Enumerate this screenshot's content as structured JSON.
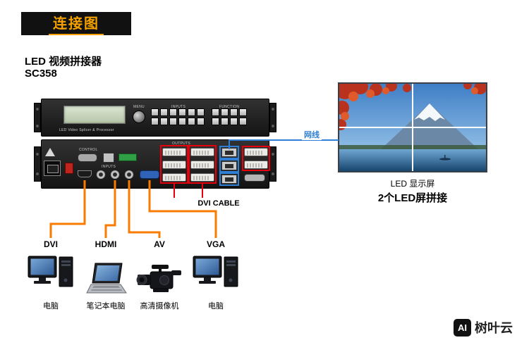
{
  "header": {
    "title": "连接图",
    "device_name": "LED 视频拼接器",
    "device_model": "SC358"
  },
  "front_panel": {
    "caption": "LED Video Splicer & Processor",
    "menu_label": "MENU",
    "inputs_label": "INPUTS",
    "function_label": "FUNCTION"
  },
  "rear_panel": {
    "control_label": "CONTROL",
    "inputs_label": "INPUTS",
    "outputs_label": "OUTPUTS"
  },
  "connections": {
    "network_cable_label": "网线",
    "dvi_cable_label": "DVI CABLE"
  },
  "led_wall": {
    "screen_label": "LED 显示屏",
    "caption": "2个LED屏拼接"
  },
  "inputs": [
    {
      "port": "DVI",
      "device": "电脑"
    },
    {
      "port": "HDMI",
      "device": "笔记本电脑"
    },
    {
      "port": "AV",
      "device": "高清摄像机"
    },
    {
      "port": "VGA",
      "device": "电脑"
    }
  ],
  "footer_logo": {
    "icon_text": "AI",
    "brand": "树叶云"
  },
  "colors": {
    "banner_bg": "#111111",
    "banner_text": "#f5a100",
    "cable_orange": "#f97b00",
    "network_blue": "#2f7fd6",
    "highlight_red": "#e8000d"
  }
}
